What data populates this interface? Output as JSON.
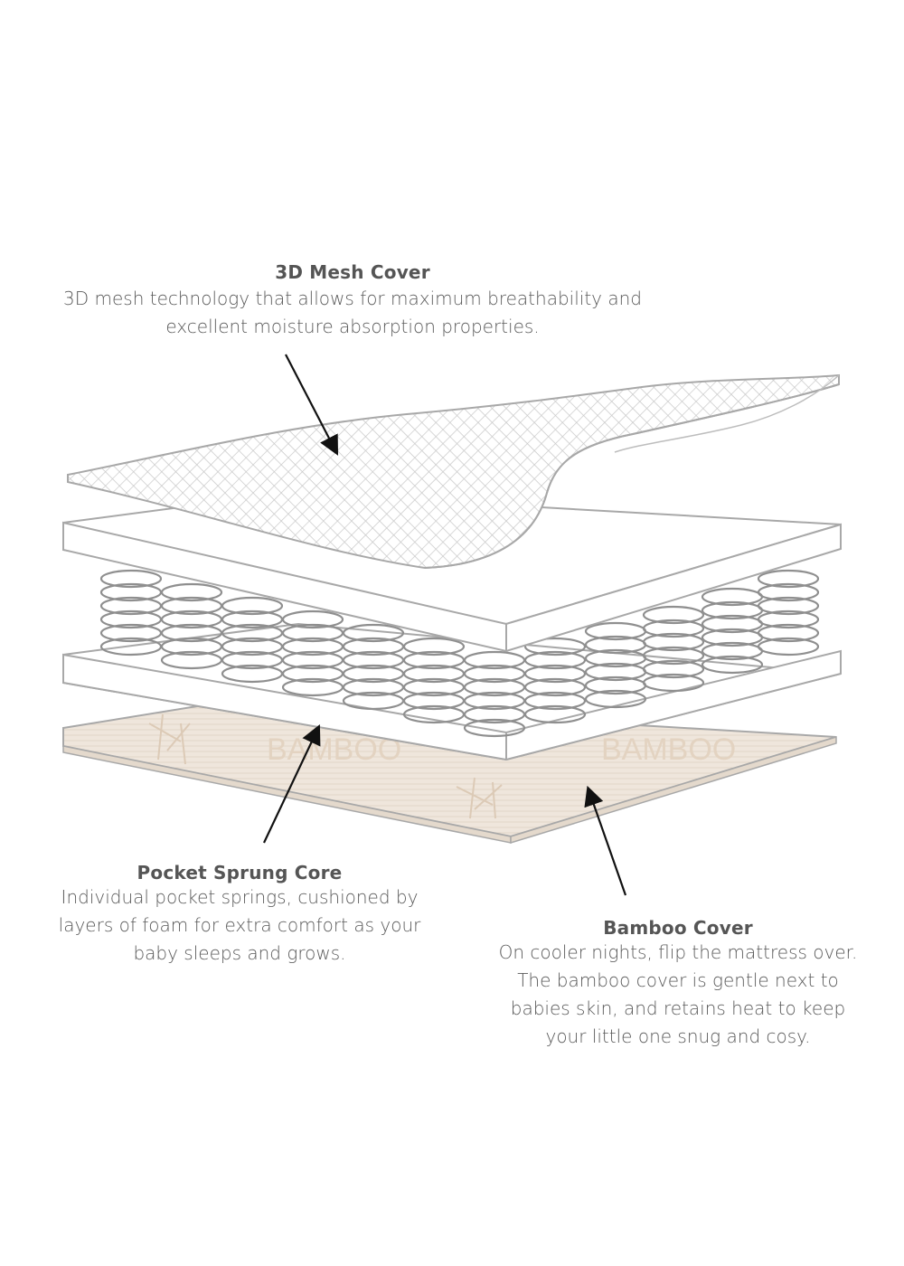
{
  "callouts": {
    "mesh": {
      "title": "3D Mesh Cover",
      "line1": "3D mesh technology that allows for maximum breathability and",
      "line2": "excellent moisture absorption properties."
    },
    "core": {
      "title": "Pocket Sprung Core",
      "line1": "Individual pocket springs, cushioned by",
      "line2": "layers of foam for extra comfort as your",
      "line3": "baby sleeps and grows."
    },
    "bamboo": {
      "title": "Bamboo Cover",
      "line1": "On cooler nights, flip the mattress over.",
      "line2": "The bamboo cover is gentle next to",
      "line3": "babies skin, and retains heat to keep",
      "line4": "your little one snug and cosy."
    }
  },
  "watermark": {
    "word": "BAMBOO"
  },
  "colors": {
    "outline": "#a8a8a8",
    "text": "#555555",
    "bamboo_fill": "#efe6dc",
    "arrow": "#111111"
  }
}
